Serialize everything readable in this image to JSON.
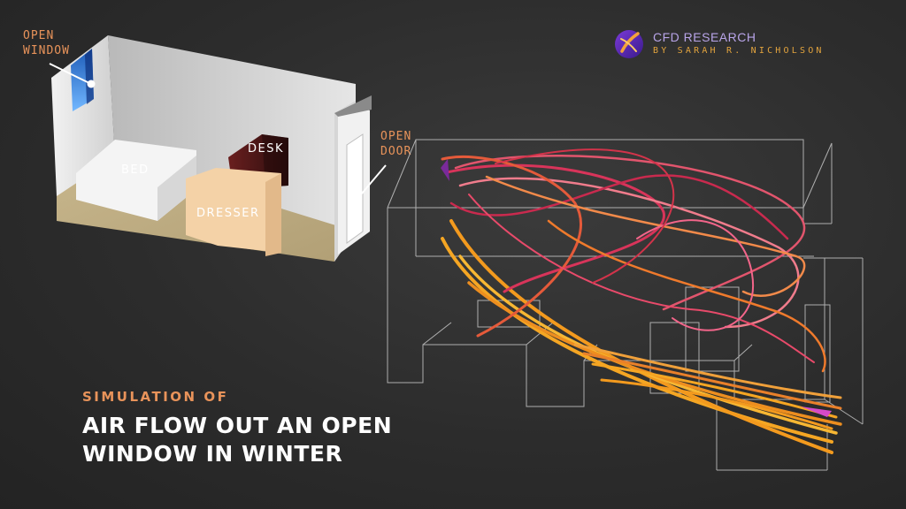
{
  "brand": {
    "name": "CFD RESEARCH",
    "byline": "BY SARAH R. NICHOLSON"
  },
  "room": {
    "labels": {
      "open_window": [
        "OPEN",
        "WINDOW"
      ],
      "open_door": [
        "OPEN",
        "DOOR"
      ],
      "bed": "BED",
      "desk": "DESK",
      "dresser": "DRESSER"
    }
  },
  "title": {
    "kicker": "SIMULATION OF",
    "line1": "AIR FLOW OUT AN OPEN",
    "line2": "WINDOW IN WINTER"
  },
  "colors": {
    "accent_orange": "#e8935a",
    "brand_purple": "#b8a4e8",
    "brand_gold": "#e3a43e",
    "window_blue": "#2f7fd6",
    "desk_red": "#6a1f1f",
    "dresser_tan": "#f4d2a7",
    "streamline_orange": "#f39a1e",
    "streamline_red": "#d8345a"
  }
}
